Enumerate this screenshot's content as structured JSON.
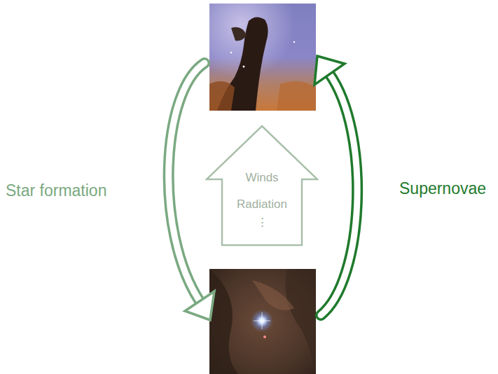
{
  "diagram": {
    "nodes": [
      {
        "text": [
          "Winds",
          "Radiation",
          "⋮"
        ]
      }
    ],
    "labels": [
      "Star formation",
      "Supernovae"
    ]
  }
}
